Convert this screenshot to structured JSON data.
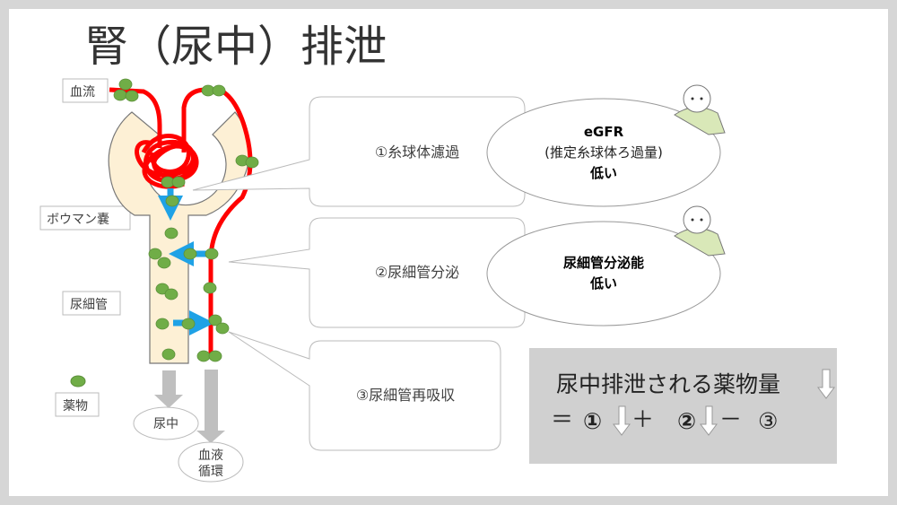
{
  "title": "腎（尿中）排泄",
  "labels": {
    "blood_flow": "血流",
    "bowman": "ボウマン嚢",
    "tubule": "尿細管",
    "drug": "薬物",
    "urine": "尿中",
    "circulation_line1": "血液",
    "circulation_line2": "循環"
  },
  "callouts": [
    {
      "text": "①糸球体濾過"
    },
    {
      "text": "②尿細管分泌"
    },
    {
      "text": "③尿細管再吸収"
    }
  ],
  "ellipses": [
    {
      "line1": "eGFR",
      "line2": "(推定糸球体ろ過量)",
      "line3": "低い"
    },
    {
      "line1": "尿細管分泌能",
      "line2": "低い"
    }
  ],
  "formula": {
    "line1": "尿中排泄される薬物量",
    "eq": "＝",
    "t1": "①",
    "plus": "＋",
    "t2": "②",
    "minus": "－",
    "t3": "③"
  },
  "colors": {
    "blood": "#ff0000",
    "drug": "#70ad47",
    "arrow": "#1fa2e6",
    "tubule": "#fdf0d5",
    "formula_bg": "#d0d0d0"
  }
}
